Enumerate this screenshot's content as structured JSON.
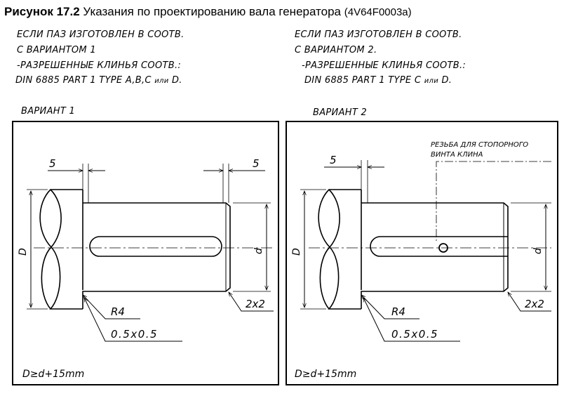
{
  "figure": {
    "label": "Рисунок 17.2",
    "caption": "Указания по проектированию вала генератора",
    "code": "(4V64F0003a)"
  },
  "notes": {
    "left": {
      "line1": "ЕСЛИ ПАЗ ИЗГОТОВЛЕН В СООТВ.",
      "line2": "С ВАРИАНТОМ 1",
      "line3": "-РАЗРЕШЕННЫЕ КЛИНЬЯ СООТВ.:",
      "line4_main": "DIN 6885 PART 1 TYPE A,B,C",
      "line4_or": "или",
      "line4_end": "D."
    },
    "right": {
      "line1": "ЕСЛИ ПАЗ ИЗГОТОВЛЕН В СООТВ.",
      "line2": "С ВАРИАНТОМ 2.",
      "line3": "-РАЗРЕШЕННЫЕ КЛИНЬЯ СООТВ.:",
      "line4_main": "DIN 6885 PART 1 TYPE C",
      "line4_or": "или",
      "line4_end": "D."
    }
  },
  "variant1": {
    "label": "ВАРИАНТ 1",
    "dim_top_left": "5",
    "dim_top_right": "5",
    "diameter_big": "D",
    "diameter_small": "d",
    "chamfer": "2x2",
    "radius": "R4",
    "undercut": "0.5x0.5",
    "rule": "D≥d+15mm"
  },
  "variant2": {
    "label": "ВАРИАНТ 2",
    "dim_top": "5",
    "thread_note_line1": "РЕЗЬБА ДЛЯ СТОПОРНОГО",
    "thread_note_line2": "ВИНТА КЛИНА",
    "diameter_big": "D",
    "diameter_small": "d",
    "chamfer": "2x2",
    "radius": "R4",
    "undercut": "0.5x0.5",
    "rule": "D≥d+15mm"
  }
}
